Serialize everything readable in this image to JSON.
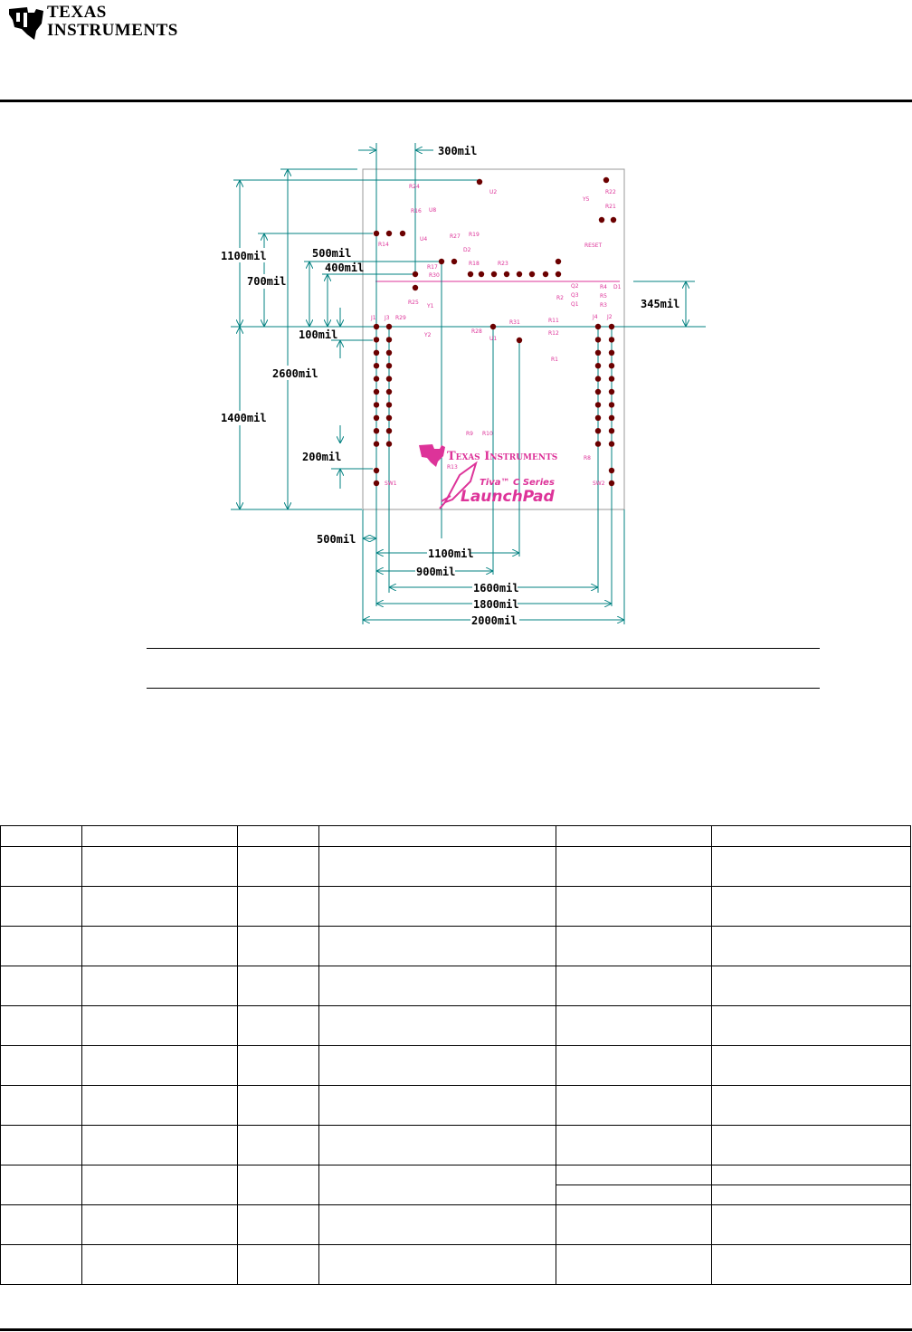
{
  "header": {
    "logo_icon": "ti-state-icon",
    "company_line1": "Texas",
    "company_line2": "Instruments"
  },
  "colors": {
    "board": "#999999",
    "dimension": "#008080",
    "silkscreen": "#dd3399",
    "pad": "#6b0000"
  },
  "figure": {
    "dimensions": {
      "d300": "300mil",
      "d500a": "500mil",
      "d400": "400mil",
      "d1100a": "1100mil",
      "d700": "700mil",
      "d345": "345mil",
      "d100": "100mil",
      "d2600": "2600mil",
      "d1400": "1400mil",
      "d200": "200mil",
      "d500b": "500mil",
      "d1100b": "1100mil",
      "d900": "900mil",
      "d1600": "1600mil",
      "d1800": "1800mil",
      "d2000": "2000mil"
    },
    "components": {
      "R24": "R24",
      "U2": "U2",
      "R22": "R22",
      "Y5": "Y5",
      "R21": "R21",
      "R16": "R16",
      "U8": "U8",
      "R14": "R14",
      "U4": "U4",
      "R27": "R27",
      "R19": "R19",
      "D2": "D2",
      "RESET": "RESET",
      "R17": "R17",
      "R30": "R30",
      "R18": "R18",
      "R23": "R23",
      "Q2": "Q2",
      "R4": "R4",
      "D1": "D1",
      "R2": "R2",
      "Q3": "Q3",
      "R5": "R5",
      "Q1": "Q1",
      "R3": "R3",
      "R25": "R25",
      "Y1": "Y1",
      "J1": "J1",
      "J3": "J3",
      "R29": "R29",
      "R31": "R31",
      "R11": "R11",
      "J4": "J4",
      "J2": "J2",
      "Y2": "Y2",
      "R28": "R28",
      "U1": "U1",
      "R12": "R12",
      "R1": "R1",
      "R9": "R9",
      "R10": "R10",
      "R13": "R13",
      "R8": "R8",
      "SW1": "SW1",
      "SW2": "SW2"
    },
    "board_logo": {
      "brand": "Texas Instruments",
      "series": "Tiva™ C Series",
      "product": "LaunchPad",
      "icon": "rocket-icon"
    }
  }
}
